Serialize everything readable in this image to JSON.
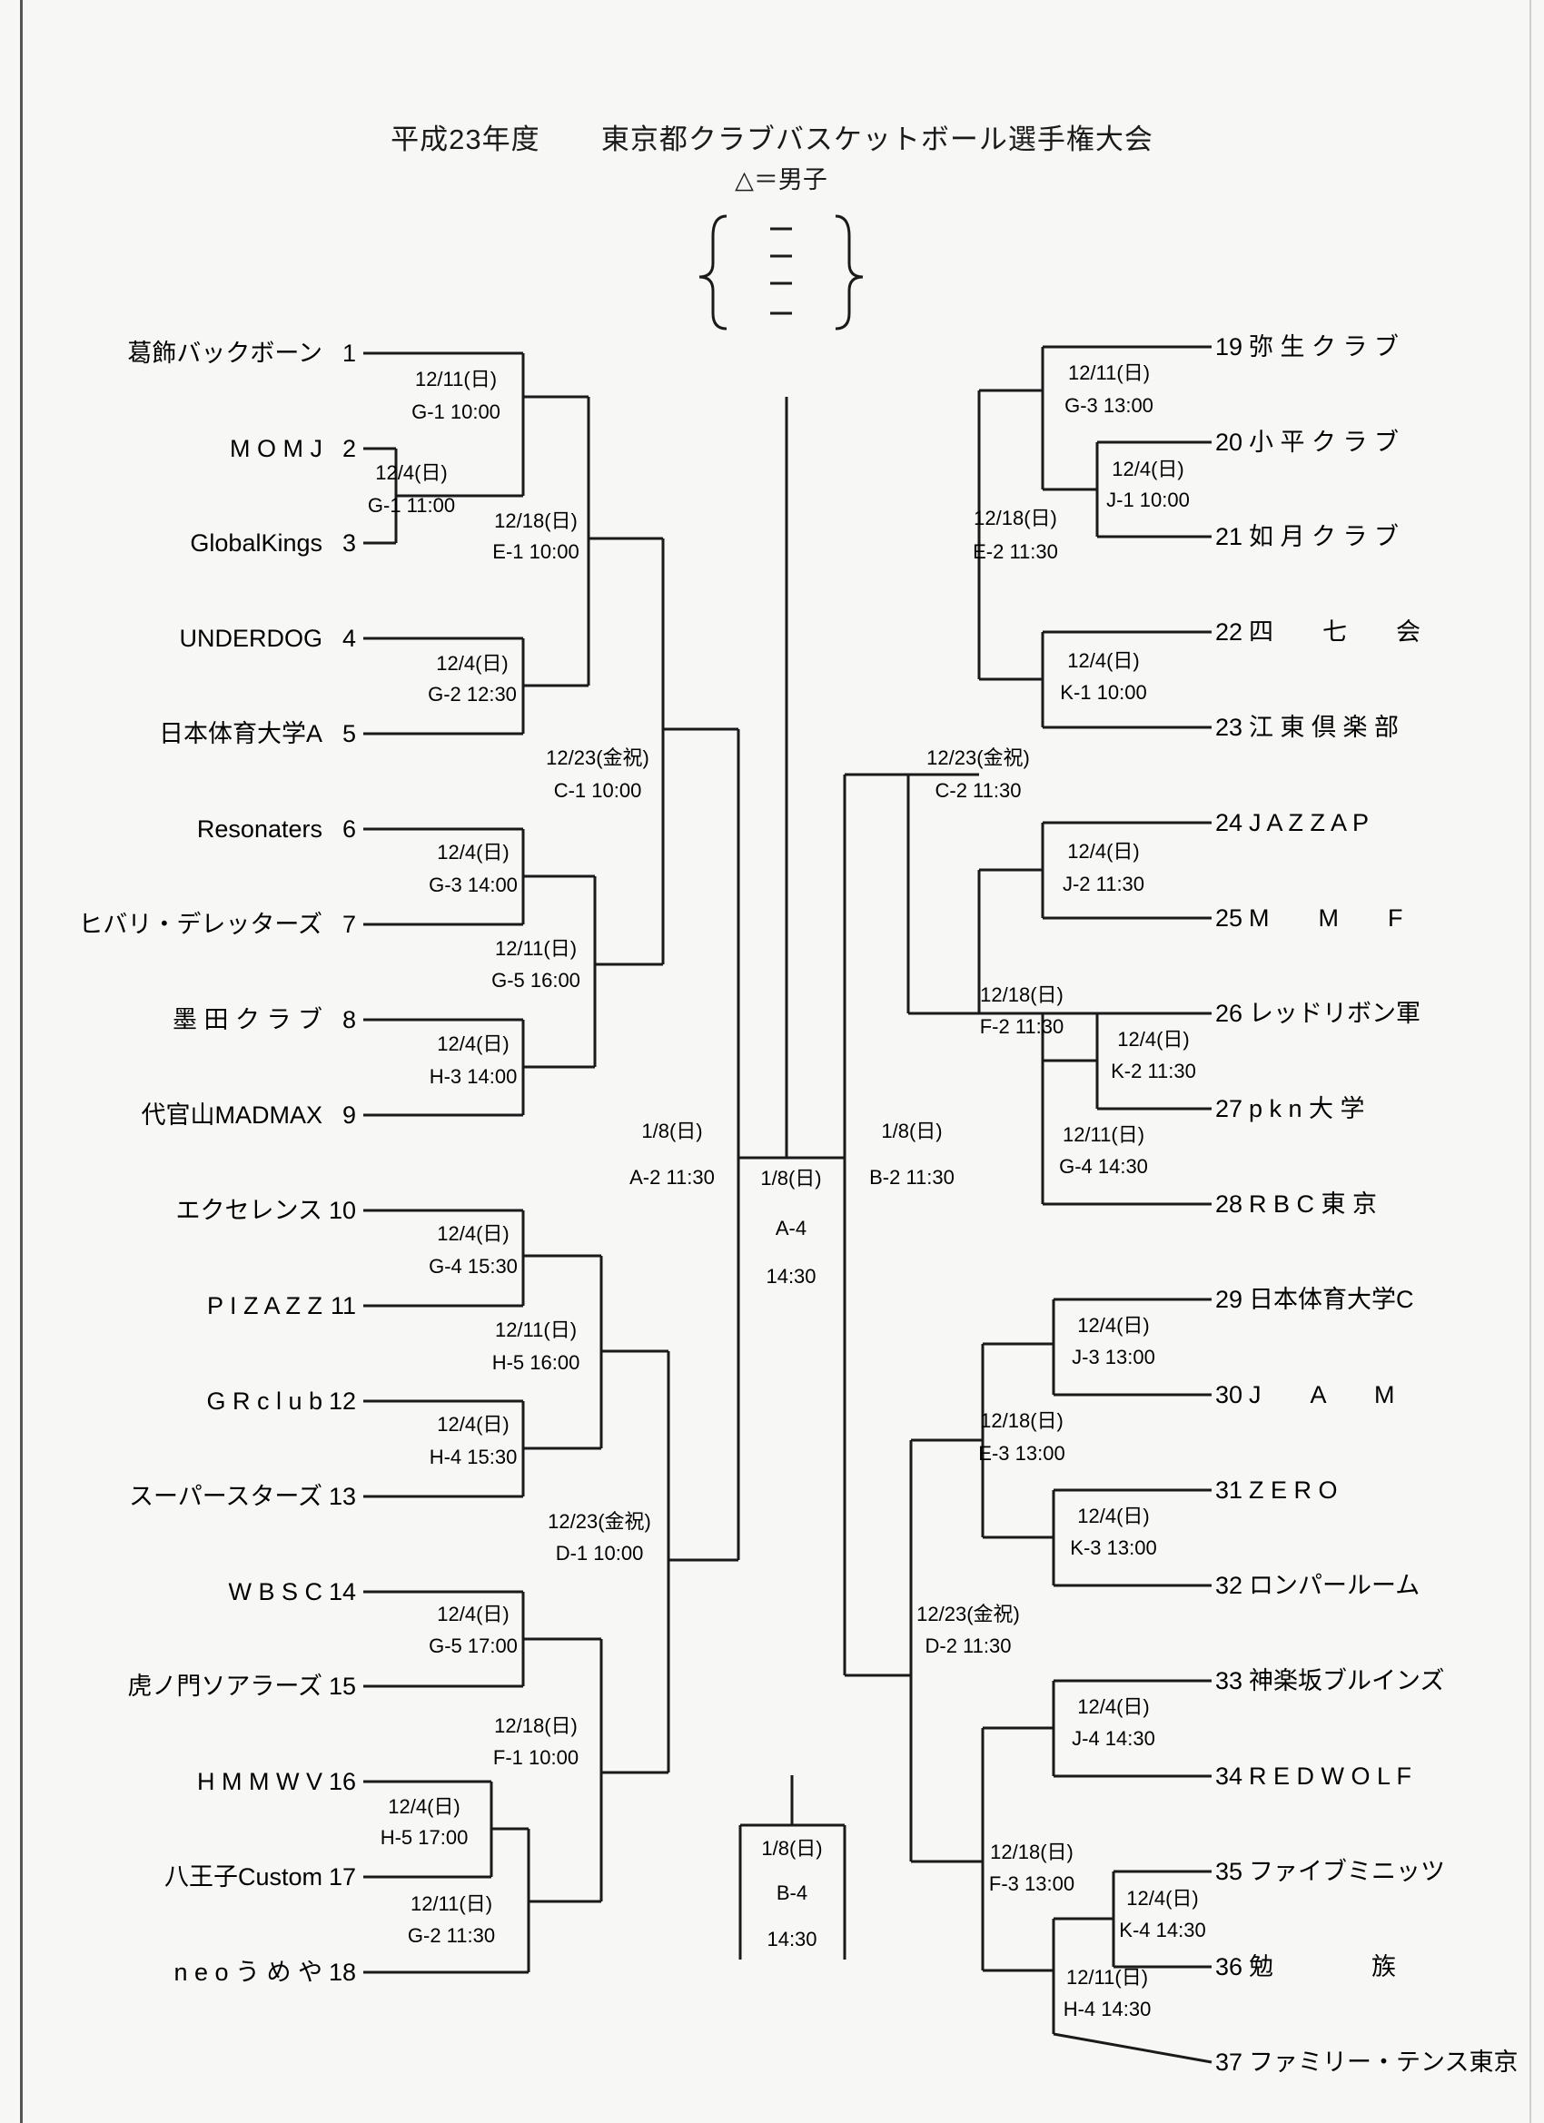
{
  "title": {
    "year": "平成23年度",
    "name": "東京都クラブバスケットボール選手権大会"
  },
  "legend": {
    "label": "△＝男子",
    "entries": [
      "",
      "",
      "",
      ""
    ]
  },
  "left_teams": [
    {
      "no": "1",
      "name": "葛飾バックボーン"
    },
    {
      "no": "2",
      "name": "M O M J"
    },
    {
      "no": "3",
      "name": "GlobalKings"
    },
    {
      "no": "4",
      "name": "UNDERDOG"
    },
    {
      "no": "5",
      "name": "日本体育大学A"
    },
    {
      "no": "6",
      "name": "Resonaters"
    },
    {
      "no": "7",
      "name": "ヒバリ・デレッターズ"
    },
    {
      "no": "8",
      "name": "墨 田 ク ラ ブ"
    },
    {
      "no": "9",
      "name": "代官山MADMAX"
    },
    {
      "no": "10",
      "name": "エクセレンス"
    },
    {
      "no": "11",
      "name": "P I Z A Z Z"
    },
    {
      "no": "12",
      "name": "G R c l u b"
    },
    {
      "no": "13",
      "name": "スーパースターズ"
    },
    {
      "no": "14",
      "name": "W B S C"
    },
    {
      "no": "15",
      "name": "虎ノ門ソアラーズ"
    },
    {
      "no": "16",
      "name": "H M M W V"
    },
    {
      "no": "17",
      "name": "八王子Custom"
    },
    {
      "no": "18",
      "name": "n e o う め や"
    }
  ],
  "right_teams": [
    {
      "no": "19",
      "name": "弥 生 ク ラ ブ"
    },
    {
      "no": "20",
      "name": "小 平 ク ラ ブ"
    },
    {
      "no": "21",
      "name": "如 月 ク ラ ブ"
    },
    {
      "no": "22",
      "name": "四　　七　　会"
    },
    {
      "no": "23",
      "name": "江 東 倶 楽 部"
    },
    {
      "no": "24",
      "name": "J A Z Z A P"
    },
    {
      "no": "25",
      "name": "M　　M　　F"
    },
    {
      "no": "26",
      "name": "レッドリボン軍"
    },
    {
      "no": "27",
      "name": "p k n 大 学"
    },
    {
      "no": "28",
      "name": "R B C 東 京"
    },
    {
      "no": "29",
      "name": "日本体育大学C"
    },
    {
      "no": "30",
      "name": "J　　A　　M"
    },
    {
      "no": "31",
      "name": "Z E R O"
    },
    {
      "no": "32",
      "name": "ロンパールーム"
    },
    {
      "no": "33",
      "name": "神楽坂ブルインズ"
    },
    {
      "no": "34",
      "name": "R E D W O L F"
    },
    {
      "no": "35",
      "name": "ファイブミニッツ"
    },
    {
      "no": "36",
      "name": "勉　　　　族"
    },
    {
      "no": "37",
      "name": "ファミリー・テンス東京"
    }
  ],
  "matches": {
    "G-1a": {
      "date": "12/4(日)",
      "code": "G-1 11:00"
    },
    "G-1b": {
      "date": "12/11(日)",
      "code": "G-1 10:00"
    },
    "E-1": {
      "date": "12/18(日)",
      "code": "E-1 10:00"
    },
    "G-2a": {
      "date": "12/4(日)",
      "code": "G-2 12:30"
    },
    "C-1": {
      "date": "12/23(金祝)",
      "code": "C-1 10:00"
    },
    "G-3a": {
      "date": "12/4(日)",
      "code": "G-3 14:00"
    },
    "G-5a": {
      "date": "12/11(日)",
      "code": "G-5 16:00"
    },
    "H-3": {
      "date": "12/4(日)",
      "code": "H-3 14:00"
    },
    "A-2": {
      "date": "1/8(日)",
      "code": "A-2 11:30"
    },
    "G-4a": {
      "date": "12/4(日)",
      "code": "G-4 15:30"
    },
    "H-5a": {
      "date": "12/11(日)",
      "code": "H-5 16:00"
    },
    "H-4a": {
      "date": "12/4(日)",
      "code": "H-4 15:30"
    },
    "D-1": {
      "date": "12/23(金祝)",
      "code": "D-1 10:00"
    },
    "G-5b": {
      "date": "12/4(日)",
      "code": "G-5 17:00"
    },
    "F-1": {
      "date": "12/18(日)",
      "code": "F-1 10:00"
    },
    "H-5b": {
      "date": "12/4(日)",
      "code": "H-5 17:00"
    },
    "G-2b": {
      "date": "12/11(日)",
      "code": "G-2 11:30"
    },
    "A-4": {
      "date": "1/8(日)",
      "code": "A-4",
      "time": "14:30"
    },
    "B-4": {
      "date": "1/8(日)",
      "code": "B-4",
      "time": "14:30"
    },
    "B-2": {
      "date": "1/8(日)",
      "code": "B-2 11:30"
    },
    "G-3b": {
      "date": "12/11(日)",
      "code": "G-3 13:00"
    },
    "J-1": {
      "date": "12/4(日)",
      "code": "J-1 10:00"
    },
    "E-2": {
      "date": "12/18(日)",
      "code": "E-2 11:30"
    },
    "K-1": {
      "date": "12/4(日)",
      "code": "K-1 10:00"
    },
    "C-2": {
      "date": "12/23(金祝)",
      "code": "C-2 11:30"
    },
    "J-2": {
      "date": "12/4(日)",
      "code": "J-2 11:30"
    },
    "F-2": {
      "date": "12/18(日)",
      "code": "F-2 11:30"
    },
    "K-2": {
      "date": "12/4(日)",
      "code": "K-2 11:30"
    },
    "G-4b": {
      "date": "12/11(日)",
      "code": "G-4 14:30"
    },
    "J-3": {
      "date": "12/4(日)",
      "code": "J-3 13:00"
    },
    "E-3": {
      "date": "12/18(日)",
      "code": "E-3 13:00"
    },
    "K-3": {
      "date": "12/4(日)",
      "code": "K-3 13:00"
    },
    "D-2": {
      "date": "12/23(金祝)",
      "code": "D-2 11:30"
    },
    "J-4": {
      "date": "12/4(日)",
      "code": "J-4 14:30"
    },
    "F-3": {
      "date": "12/18(日)",
      "code": "F-3 13:00"
    },
    "K-4": {
      "date": "12/4(日)",
      "code": "K-4 14:30"
    },
    "H-4b": {
      "date": "12/11(日)",
      "code": "H-4 14:30"
    }
  }
}
